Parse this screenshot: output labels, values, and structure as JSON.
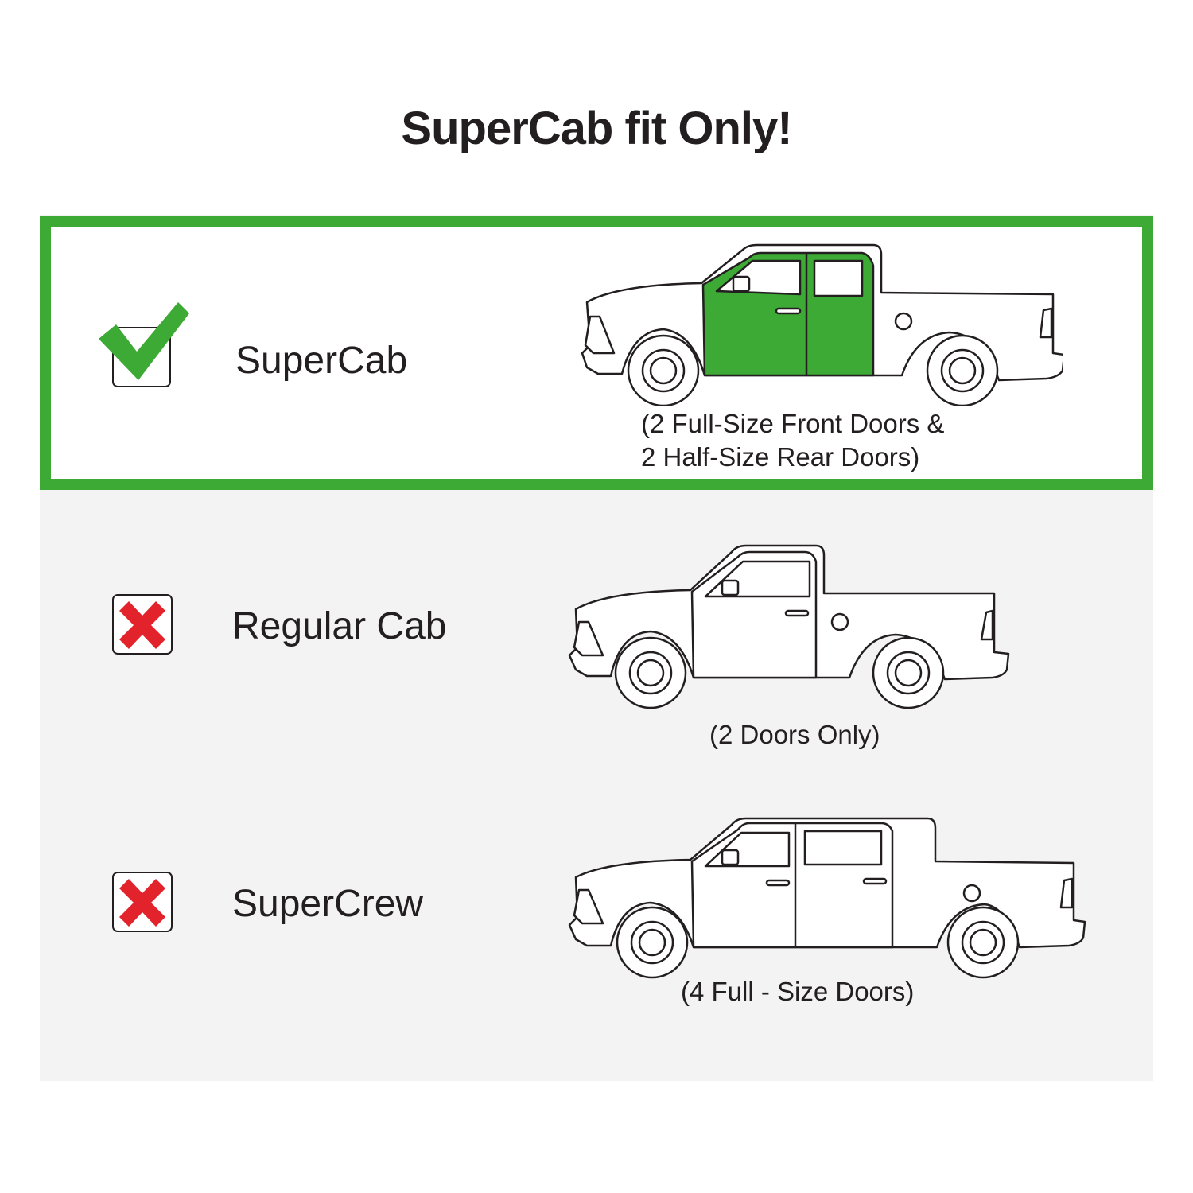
{
  "title": "SuperCab fit Only!",
  "colors": {
    "accent_green": "#3daa35",
    "cross_red": "#e3232c",
    "panel_grey": "#f2f3f2",
    "text": "#231f20"
  },
  "options": [
    {
      "label": "SuperCab",
      "status": "check",
      "icon": "checkmark-icon",
      "selected": true,
      "caption_lines": [
        "(2 Full-Size Front Doors &",
        " 2 Half-Size Rear Doors)"
      ]
    },
    {
      "label": "Regular Cab",
      "status": "cross",
      "icon": "cross-icon",
      "selected": false,
      "caption_lines": [
        "(2 Doors Only)"
      ]
    },
    {
      "label": "SuperCrew",
      "status": "cross",
      "icon": "cross-icon",
      "selected": false,
      "caption_lines": [
        "(4 Full - Size Doors)"
      ]
    }
  ]
}
